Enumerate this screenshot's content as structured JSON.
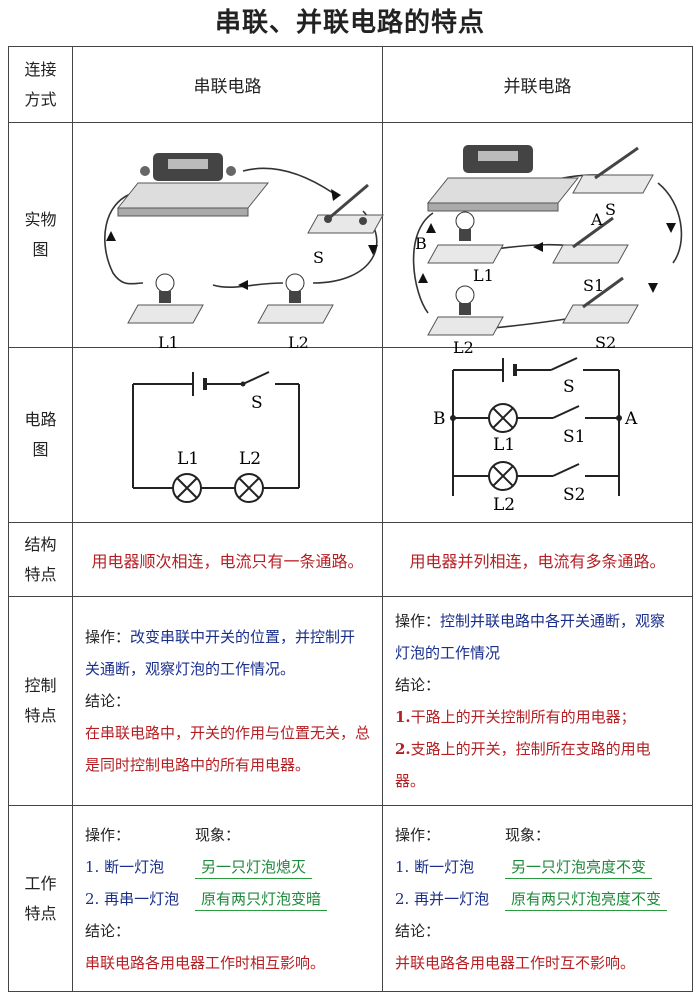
{
  "title": "串联、并联电路的特点",
  "headers": {
    "label": "连接方式",
    "series": "串联电路",
    "parallel": "并联电路"
  },
  "rows": {
    "physical": "实物图",
    "diagram": "电路图",
    "structure": "结构特点",
    "control": "控制特点",
    "work": "工作特点"
  },
  "labels": {
    "series_physical": {
      "s": "S",
      "l1": "L1",
      "l2": "L2"
    },
    "parallel_physical": {
      "s": "S",
      "a": "A",
      "b": "B",
      "s1": "S1",
      "s2": "S2",
      "l1": "L1",
      "l2": "L2"
    },
    "series_diagram": {
      "s": "S",
      "l1": "L1",
      "l2": "L2"
    },
    "parallel_diagram": {
      "s": "S",
      "a": "A",
      "b": "B",
      "s1": "S1",
      "s2": "S2",
      "l1": "L1",
      "l2": "L2"
    }
  },
  "structure": {
    "series": "用电器顺次相连，电流只有一条通路。",
    "parallel": "用电器并列相连，电流有多条通路。"
  },
  "control": {
    "series": {
      "op_label": "操作：",
      "op_text": "改变串联中开关的位置，并控制开关通断，观察灯泡的工作情况。",
      "conclusion_label": "结论：",
      "conclusion": "在串联电路中，开关的作用与位置无关，总是同时控制电路中的所有用电器。"
    },
    "parallel": {
      "op_label": "操作：",
      "op_text": "控制并联电路中各开关通断，观察灯泡的工作情况",
      "conclusion_label": "结论：",
      "c1_num": "1.",
      "c1": "干路上的开关控制所有的用电器；",
      "c2_num": "2.",
      "c2": "支路上的开关，控制所在支路的用电器。"
    }
  },
  "work": {
    "series": {
      "op_label": "操作：",
      "ph_label": "现象：",
      "op1": "1. 断一灯泡",
      "ph1": "另一只灯泡熄灭",
      "op2": "2. 再串一灯泡",
      "ph2": "原有两只灯泡变暗",
      "conclusion_label": "结论：",
      "conclusion": "串联电路各用电器工作时相互影响。"
    },
    "parallel": {
      "op_label": "操作：",
      "ph_label": "现象：",
      "op1": "1. 断一灯泡",
      "ph1": "另一只灯泡亮度不变",
      "op2": "2. 再并一灯泡",
      "ph2": "原有两只灯泡亮度不变",
      "conclusion_label": "结论：",
      "conclusion": "并联电路各用电器工作时互不影响。"
    }
  }
}
